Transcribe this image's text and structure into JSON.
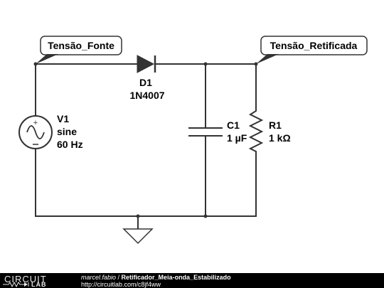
{
  "schematic": {
    "net_labels": {
      "source": "Tensão_Fonte",
      "rectified": "Tensão_Retificada"
    },
    "source": {
      "ref": "V1",
      "type": "sine",
      "freq": "60 Hz"
    },
    "diode": {
      "ref": "D1",
      "part": "1N4007"
    },
    "capacitor": {
      "ref": "C1",
      "value": "1 µF"
    },
    "resistor": {
      "ref": "R1",
      "value": "1 kΩ"
    }
  },
  "footer": {
    "logo_top": "CIRCUIT",
    "logo_bottom": "LAB",
    "author": "marcel.fabio",
    "separator": " / ",
    "title": "Retificador_Meia-onda_Estabilizado",
    "url": "http://circuitlab.com/c8jf4ww"
  },
  "colors": {
    "wire": "#333333",
    "tag_fill": "#ffffff",
    "footer_bg": "#000000",
    "footer_text": "#ffffff"
  }
}
